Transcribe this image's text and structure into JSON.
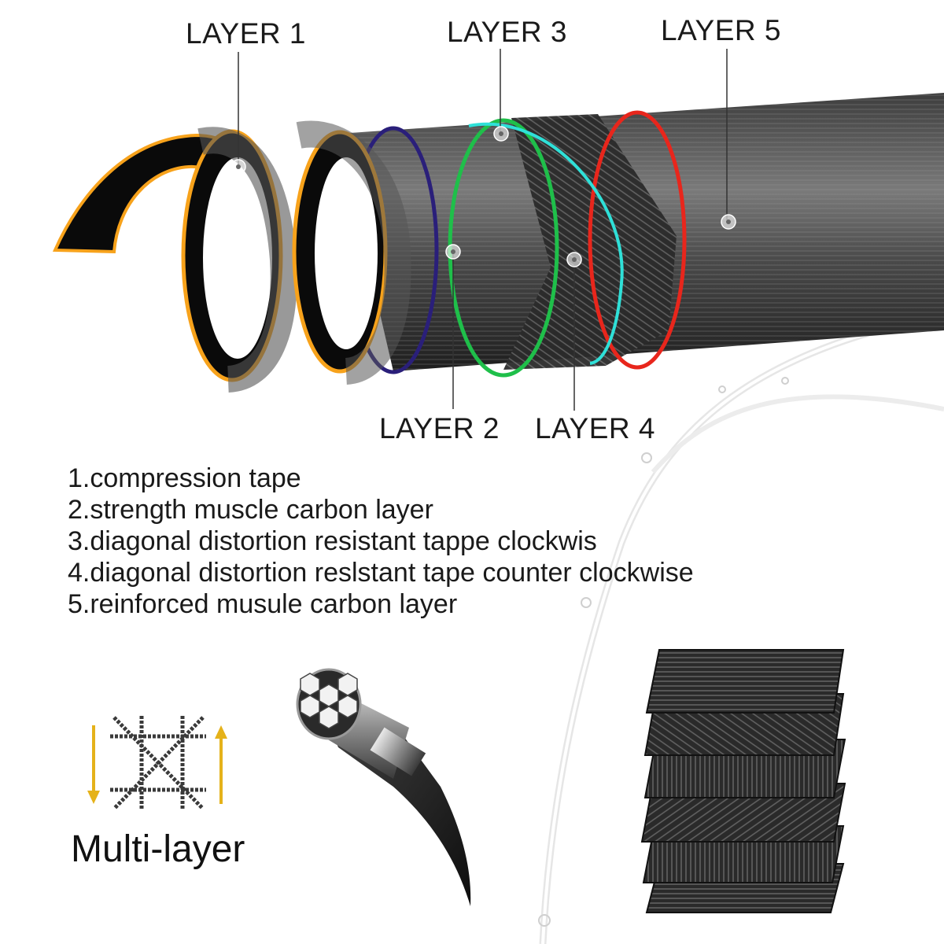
{
  "callouts": {
    "layer1": "LAYER 1",
    "layer2": "LAYER 2",
    "layer3": "LAYER 3",
    "layer4": "LAYER 4",
    "layer5": "LAYER 5"
  },
  "legend": [
    "1.compression tape",
    "2.strength muscle carbon layer",
    "3.diagonal distortion resistant tappe clockwis",
    "4.diagonal distortion reslstant tape counter clockwise",
    "5.reinforced musule carbon layer"
  ],
  "multi_layer_label": "Multi-layer",
  "colors": {
    "layer1_glow": "#f7a21b",
    "layer2_ring": "#2a1f7a",
    "layer3_ring": "#2fe0d8",
    "layer4_ring": "#1fbf4a",
    "layer5_ring": "#e8261c",
    "arrow": "#e5b21a",
    "carbon_dark": "#262626",
    "carbon_light": "#6a6a6a"
  },
  "icons": [
    "target-marker-icon",
    "down-arrow-icon",
    "up-arrow-icon",
    "weave-grid-icon",
    "rod-cross-section-icon",
    "carbon-sheet-stack-icon",
    "fishing-rod-icon"
  ]
}
